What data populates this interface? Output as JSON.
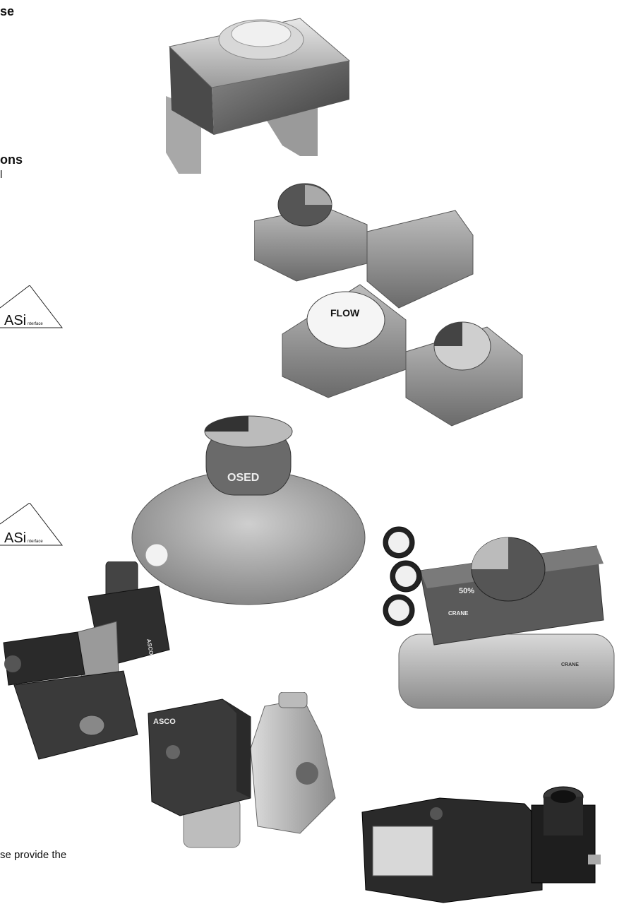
{
  "text_fragments": {
    "top_heading_tail": "se",
    "mid_heading_tail": "ons",
    "mid_subline_tail": "l",
    "bottom_line_tail": "se provide the"
  },
  "badges": [
    {
      "main": "ASi",
      "sub": "nterface"
    },
    {
      "main": "ASi",
      "sub": "nterface"
    }
  ],
  "product_labels": {
    "flow_text": "FLOW",
    "closed_text": "OSED",
    "percent_text": "50%",
    "brand_text": "CRANE",
    "brand_text_2": "CRANE",
    "asco_text": "ASCO",
    "asco_text_2": "ASCO"
  }
}
